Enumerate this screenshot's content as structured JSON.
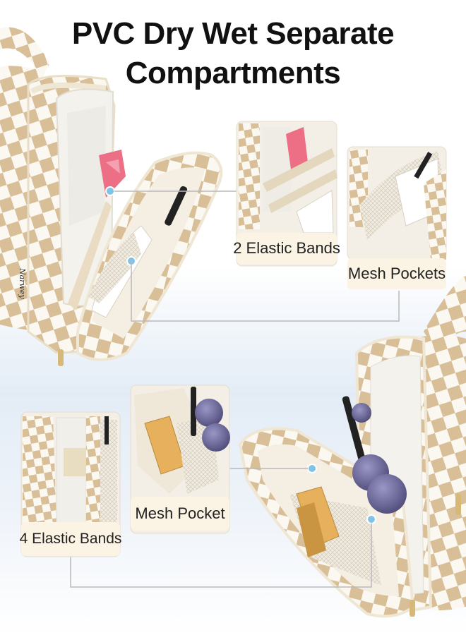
{
  "title": {
    "line1": "PVC Dry Wet Separate",
    "line2": "Compartments"
  },
  "labels": {
    "elastic_bands_2": "2 Elastic Bands",
    "mesh_pockets": "Mesh Pockets",
    "mesh_pocket": "Mesh Pocket",
    "elastic_bands_4": "4 Elastic Bands"
  },
  "brand": "Narwey",
  "colors": {
    "checker_tan": "#d9bf98",
    "checker_white": "#fbf8f1",
    "marker_blue": "#7fc3e6",
    "label_bg": "#fbf3e3",
    "connector": "#b9b9b9"
  }
}
